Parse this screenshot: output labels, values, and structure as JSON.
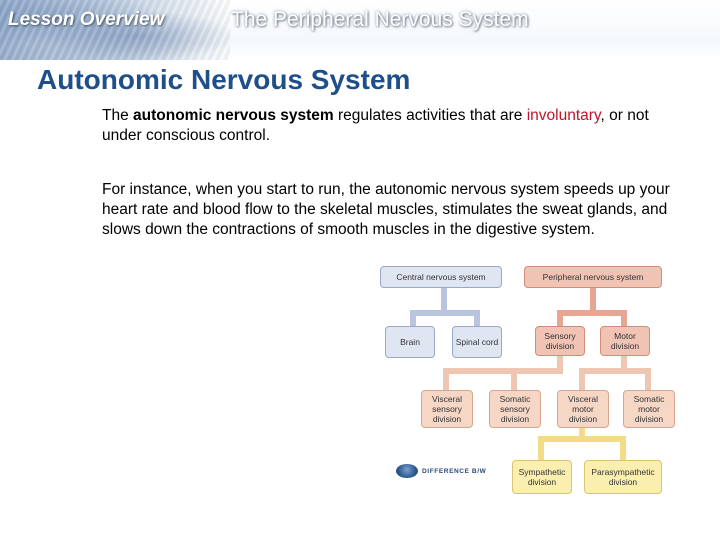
{
  "header": {
    "lesson_label": "Lesson Overview",
    "title": "The Peripheral Nervous System"
  },
  "slide": {
    "title": "Autonomic Nervous System",
    "paragraph1": {
      "before": "The ",
      "bold": "autonomic nervous system",
      "after_bold": " regulates activities that are ",
      "highlight": "involuntary",
      "end": ", or not under conscious control."
    },
    "paragraph2": "For instance, when you start to run, the autonomic nervous system speeds up your heart rate and blood flow to the skeletal muscles, stimulates the sweat glands, and slows down the contractions of smooth muscles in the digestive system."
  },
  "diagram": {
    "central": "Central nervous system",
    "peripheral": "Peripheral nervous system",
    "brain": "Brain",
    "spinal_cord": "Spinal cord",
    "sensory_division": "Sensory division",
    "motor_division": "Motor division",
    "visceral_sensory": "Visceral sensory division",
    "somatic_sensory": "Somatic sensory division",
    "visceral_motor": "Visceral motor division",
    "somatic_motor": "Somatic motor division",
    "sympathetic": "Sympathetic division",
    "parasympathetic": "Parasympathetic division",
    "colors": {
      "central": "#dfe5f1",
      "peripheral": "#f1c3b5",
      "divisions": "#f6d7c6",
      "autonomic": "#fbefb0"
    }
  },
  "watermark": {
    "text": "DIFFERENCE B/W",
    "icon": "globe-logo-icon"
  }
}
